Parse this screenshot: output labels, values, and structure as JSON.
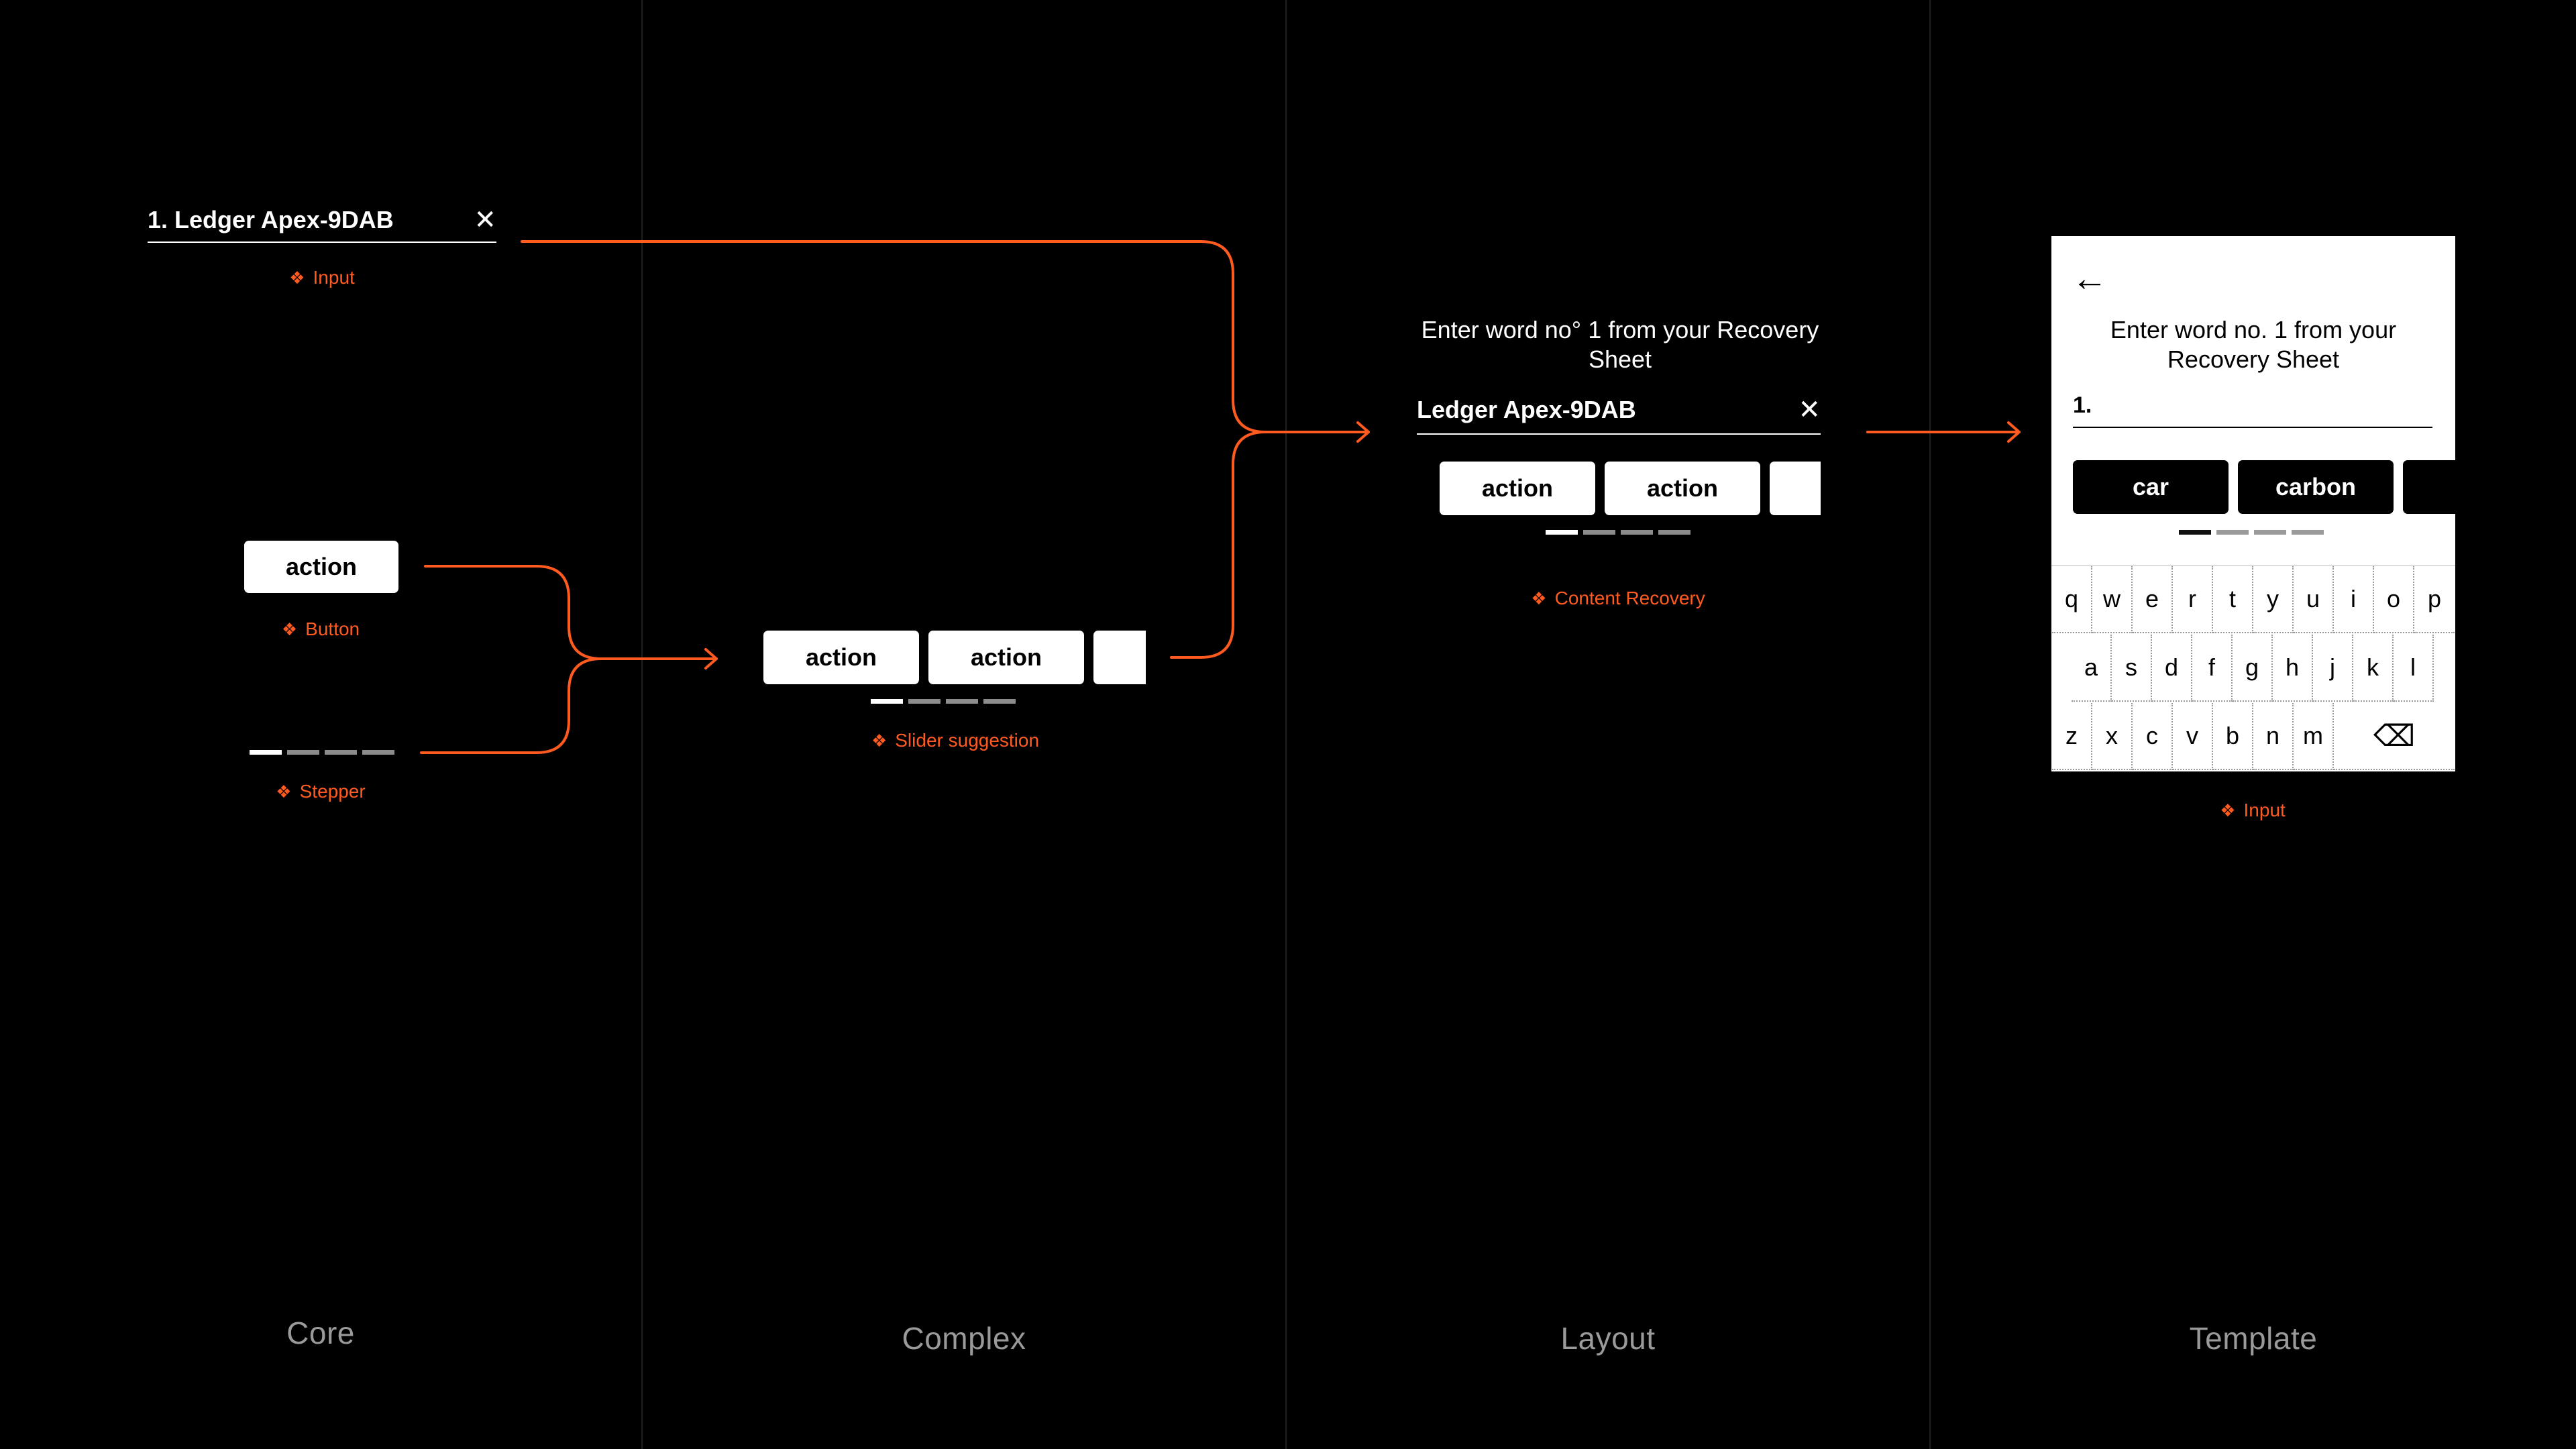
{
  "columns": [
    {
      "title": "Core"
    },
    {
      "title": "Complex"
    },
    {
      "title": "Layout"
    },
    {
      "title": "Template"
    }
  ],
  "tag_glyph": "❖",
  "accent_color": "#ff5a1f",
  "core": {
    "input": {
      "value": "1. Ledger Apex-9DAB",
      "clear_icon": "✕",
      "tag": "Input"
    },
    "button": {
      "label": "action",
      "tag": "Button"
    },
    "stepper": {
      "steps": 4,
      "active": 1,
      "tag": "Stepper"
    }
  },
  "complex": {
    "slider": {
      "chips": [
        "action",
        "action",
        ""
      ],
      "tag": "Slider suggestion"
    }
  },
  "layout": {
    "prompt": "Enter word no° 1 from your Recovery Sheet",
    "input_value": "Ledger Apex-9DAB",
    "clear_icon": "✕",
    "chips": [
      "action",
      "action",
      ""
    ],
    "tag": "Content Recovery"
  },
  "template": {
    "back_icon": "←",
    "prompt": "Enter word no. 1 from your Recovery Sheet",
    "input_value": "1.",
    "chips": [
      "car",
      "carbon",
      ""
    ],
    "keyboard": {
      "row1": [
        "q",
        "w",
        "e",
        "r",
        "t",
        "y",
        "u",
        "i",
        "o",
        "p"
      ],
      "row2": [
        "a",
        "s",
        "d",
        "f",
        "g",
        "h",
        "j",
        "k",
        "l"
      ],
      "row3": [
        "z",
        "x",
        "c",
        "v",
        "b",
        "n",
        "m"
      ],
      "backspace_icon": "⌫"
    },
    "tag": "Input"
  }
}
